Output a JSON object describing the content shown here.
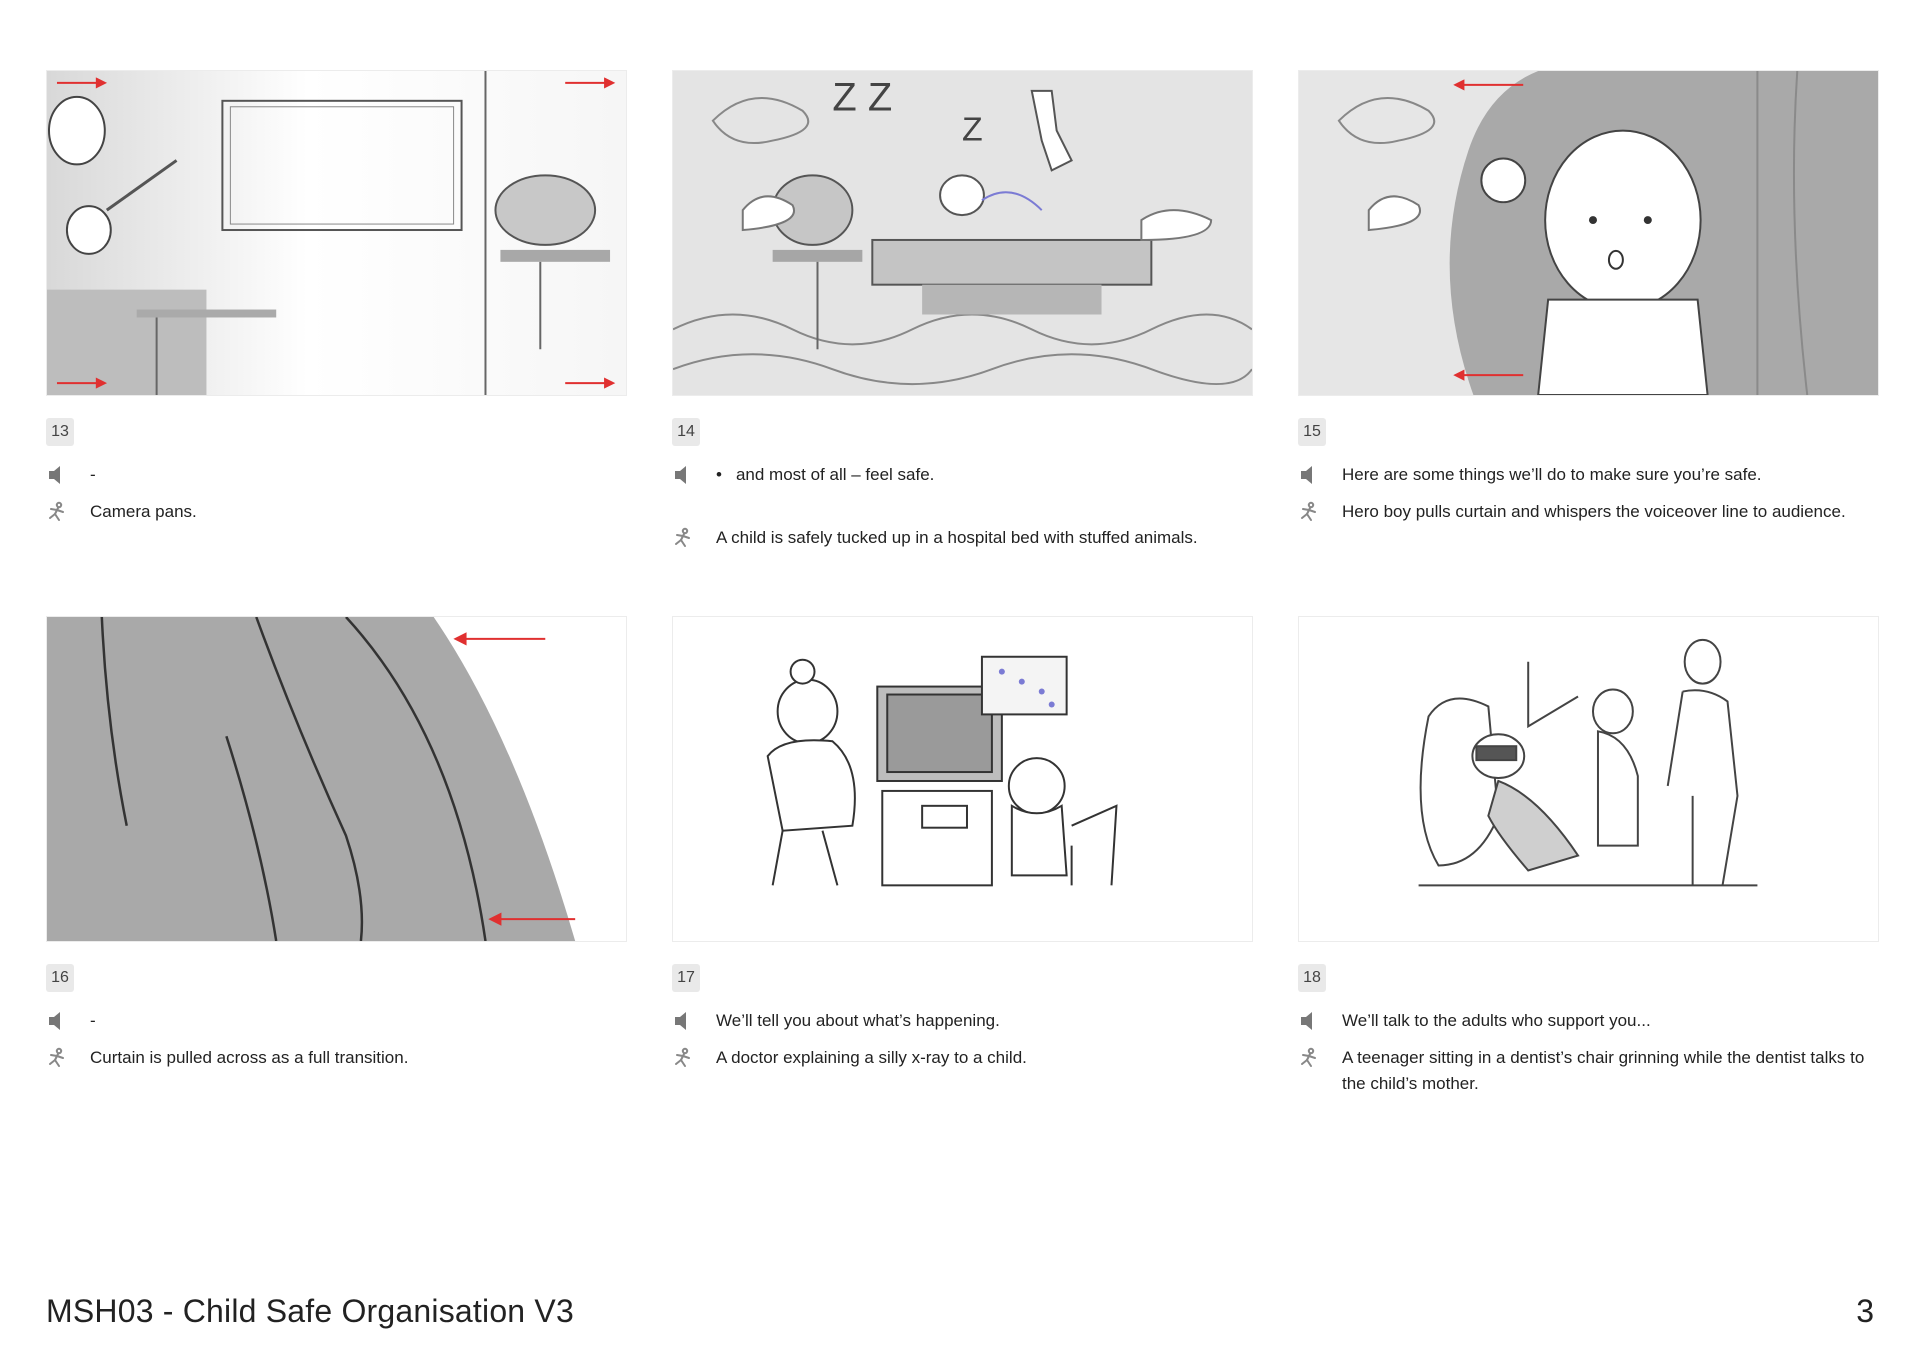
{
  "panels": [
    {
      "number": "13",
      "audio": "-",
      "action": "Camera pans."
    },
    {
      "number": "14",
      "audio_bullet": "•",
      "audio": "and most of all – feel safe.",
      "action": "A child is safely tucked up in a hospital bed with stuffed animals."
    },
    {
      "number": "15",
      "audio": "Here are some things we’ll do to make sure you’re safe.",
      "action": "Hero boy pulls curtain and whispers the voiceover line to audience."
    },
    {
      "number": "16",
      "audio": "-",
      "action": "Curtain is pulled across as a full transition."
    },
    {
      "number": "17",
      "audio": "We’ll tell you about what’s happening.",
      "action": "A doctor explaining a silly x-ray to a child."
    },
    {
      "number": "18",
      "audio": "We’ll talk to the adults who support you...",
      "action": "A teenager sitting in a dentist’s chair grinning while the dentist talks to the child’s mother."
    }
  ],
  "footer": {
    "title": "MSH03 - Child Safe Organisation V3",
    "page": "3"
  },
  "icons": {
    "audio": "speaker-icon",
    "action": "action-figure-icon"
  },
  "colors": {
    "arrow": "#e03030",
    "sketch_gray": "#a9a9a9"
  }
}
